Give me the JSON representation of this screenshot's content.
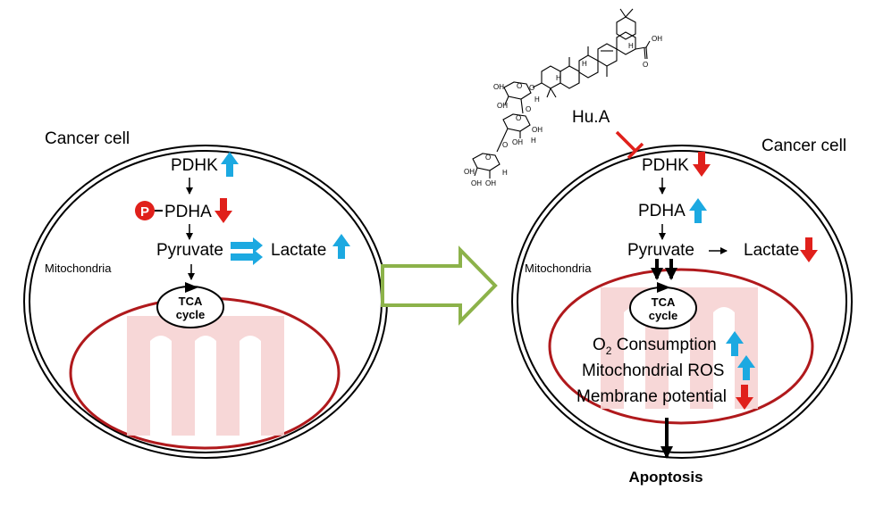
{
  "colors": {
    "up": "#1ca9e1",
    "down": "#e0201b",
    "mito_line": "#b0191c",
    "mito_fill": "#f6d3d3",
    "transition_arrow": "#8cb24a",
    "inhibit": "#e0201b",
    "phospho": "#e0201b"
  },
  "left_cell": {
    "title": "Cancer cell",
    "pdhk": "PDHK",
    "pdhk_change": "up",
    "phospho_symbol": "P",
    "pdha": "PDHA",
    "pdha_change": "down",
    "pyruvate": "Pyruvate",
    "lactate": "Lactate",
    "lactate_change": "up",
    "mitochondria": "Mitochondria",
    "tca_line1": "TCA",
    "tca_line2": "cycle"
  },
  "right_cell": {
    "title": "Cancer cell",
    "drug": "Hu.A",
    "pdhk": "PDHK",
    "pdhk_change": "down",
    "pdha": "PDHA",
    "pdha_change": "up",
    "pyruvate": "Pyruvate",
    "lactate": "Lactate",
    "lactate_change": "down",
    "mitochondria": "Mitochondria",
    "tca_line1": "TCA",
    "tca_line2": "cycle",
    "o2_prefix": "O",
    "o2_sub": "2",
    "o2_suffix": " Consumption",
    "o2_change": "up",
    "ros": "Mitochondrial ROS",
    "ros_change": "up",
    "membrane": "Membrane potential",
    "membrane_change": "down",
    "outcome": "Apoptosis"
  },
  "structure_labels": {
    "oh": "OH",
    "o": "O",
    "h": "H"
  }
}
